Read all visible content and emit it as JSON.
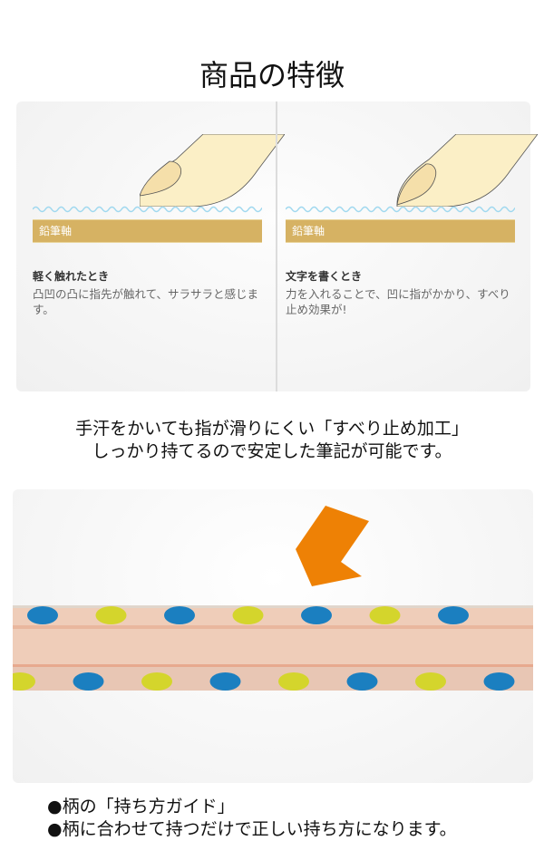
{
  "title": "商品の特徴",
  "panels": [
    {
      "bar_label": "鉛筆軸",
      "heading": "軽く触れたとき",
      "body": "凸凹の凸に指先が触れて、サラサラと感じます。"
    },
    {
      "bar_label": "鉛筆軸",
      "heading": "文字を書くとき",
      "body": "力を入れることで、凹に指がかかり、すべり止め効果が!"
    }
  ],
  "caption": [
    "手汗をかいても指が滑りにくい「すべり止め加工」",
    "しっかり持てるので安定した筆記が可能です。"
  ],
  "notes": [
    "●柄の「持ち方ガイド」",
    "●柄に合わせて持つだけで正しい持ち方になります。"
  ],
  "colors": {
    "bar": "#d6b263",
    "finger": "#fbefc6",
    "wave": "#9fd8ef",
    "arrow": "#ee8105",
    "dot_blue": "#1b7fc0",
    "dot_yellow": "#d4d52c",
    "pencil": "#efcdb9"
  }
}
